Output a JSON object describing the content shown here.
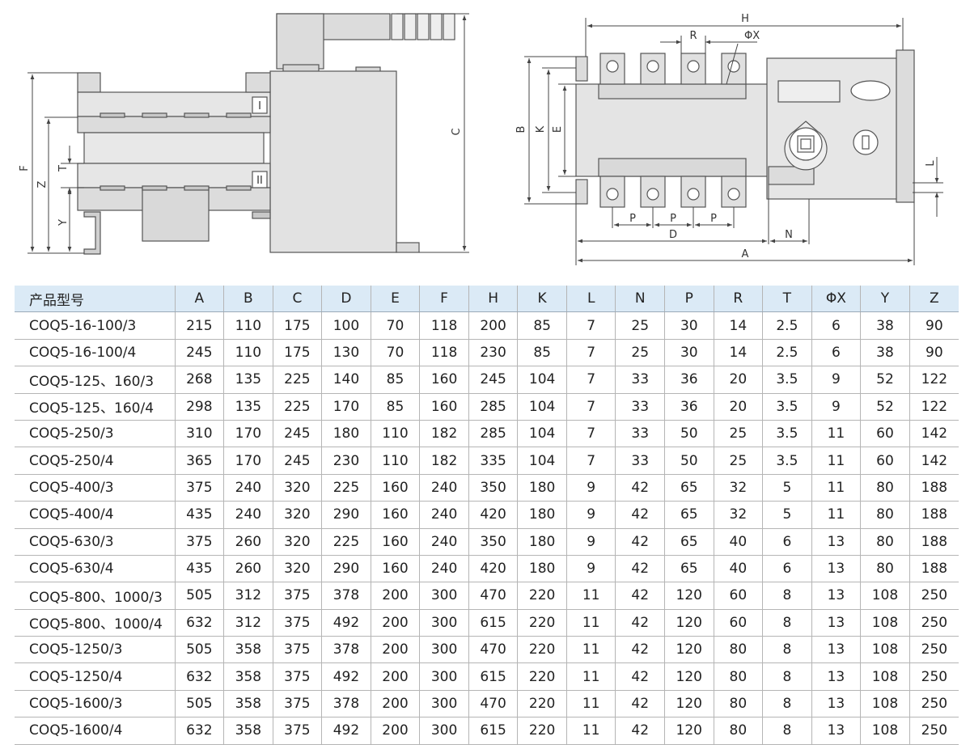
{
  "drawing": {
    "side_view_labels": {
      "F": "F",
      "Z": "Z",
      "T": "T",
      "Y": "Y",
      "C": "C",
      "pos1": "I",
      "pos2": "II"
    },
    "front_view_labels": {
      "H": "H",
      "R": "R",
      "X": "ΦX",
      "B": "B",
      "K": "K",
      "E": "E",
      "L": "L",
      "P": "P",
      "D": "D",
      "N": "N",
      "A": "A"
    }
  },
  "table": {
    "columns": [
      "产品型号",
      "A",
      "B",
      "C",
      "D",
      "E",
      "F",
      "H",
      "K",
      "L",
      "N",
      "P",
      "R",
      "T",
      "ΦX",
      "Y",
      "Z"
    ],
    "rows": [
      [
        "COQ5-16-100/3",
        "215",
        "110",
        "175",
        "100",
        "70",
        "118",
        "200",
        "85",
        "7",
        "25",
        "30",
        "14",
        "2.5",
        "6",
        "38",
        "90"
      ],
      [
        "COQ5-16-100/4",
        "245",
        "110",
        "175",
        "130",
        "70",
        "118",
        "230",
        "85",
        "7",
        "25",
        "30",
        "14",
        "2.5",
        "6",
        "38",
        "90"
      ],
      [
        "COQ5-125、160/3",
        "268",
        "135",
        "225",
        "140",
        "85",
        "160",
        "245",
        "104",
        "7",
        "33",
        "36",
        "20",
        "3.5",
        "9",
        "52",
        "122"
      ],
      [
        "COQ5-125、160/4",
        "298",
        "135",
        "225",
        "170",
        "85",
        "160",
        "285",
        "104",
        "7",
        "33",
        "36",
        "20",
        "3.5",
        "9",
        "52",
        "122"
      ],
      [
        "COQ5-250/3",
        "310",
        "170",
        "245",
        "180",
        "110",
        "182",
        "285",
        "104",
        "7",
        "33",
        "50",
        "25",
        "3.5",
        "11",
        "60",
        "142"
      ],
      [
        "COQ5-250/4",
        "365",
        "170",
        "245",
        "230",
        "110",
        "182",
        "335",
        "104",
        "7",
        "33",
        "50",
        "25",
        "3.5",
        "11",
        "60",
        "142"
      ],
      [
        "COQ5-400/3",
        "375",
        "240",
        "320",
        "225",
        "160",
        "240",
        "350",
        "180",
        "9",
        "42",
        "65",
        "32",
        "5",
        "11",
        "80",
        "188"
      ],
      [
        "COQ5-400/4",
        "435",
        "240",
        "320",
        "290",
        "160",
        "240",
        "420",
        "180",
        "9",
        "42",
        "65",
        "32",
        "5",
        "11",
        "80",
        "188"
      ],
      [
        "COQ5-630/3",
        "375",
        "260",
        "320",
        "225",
        "160",
        "240",
        "350",
        "180",
        "9",
        "42",
        "65",
        "40",
        "6",
        "13",
        "80",
        "188"
      ],
      [
        "COQ5-630/4",
        "435",
        "260",
        "320",
        "290",
        "160",
        "240",
        "420",
        "180",
        "9",
        "42",
        "65",
        "40",
        "6",
        "13",
        "80",
        "188"
      ],
      [
        "COQ5-800、1000/3",
        "505",
        "312",
        "375",
        "378",
        "200",
        "300",
        "470",
        "220",
        "11",
        "42",
        "120",
        "60",
        "8",
        "13",
        "108",
        "250"
      ],
      [
        "COQ5-800、1000/4",
        "632",
        "312",
        "375",
        "492",
        "200",
        "300",
        "615",
        "220",
        "11",
        "42",
        "120",
        "60",
        "8",
        "13",
        "108",
        "250"
      ],
      [
        "COQ5-1250/3",
        "505",
        "358",
        "375",
        "378",
        "200",
        "300",
        "470",
        "220",
        "11",
        "42",
        "120",
        "80",
        "8",
        "13",
        "108",
        "250"
      ],
      [
        "COQ5-1250/4",
        "632",
        "358",
        "375",
        "492",
        "200",
        "300",
        "615",
        "220",
        "11",
        "42",
        "120",
        "80",
        "8",
        "13",
        "108",
        "250"
      ],
      [
        "COQ5-1600/3",
        "505",
        "358",
        "375",
        "378",
        "200",
        "300",
        "470",
        "220",
        "11",
        "42",
        "120",
        "80",
        "8",
        "13",
        "108",
        "250"
      ],
      [
        "COQ5-1600/4",
        "632",
        "358",
        "375",
        "492",
        "200",
        "300",
        "615",
        "220",
        "11",
        "42",
        "120",
        "80",
        "8",
        "13",
        "108",
        "250"
      ]
    ]
  }
}
